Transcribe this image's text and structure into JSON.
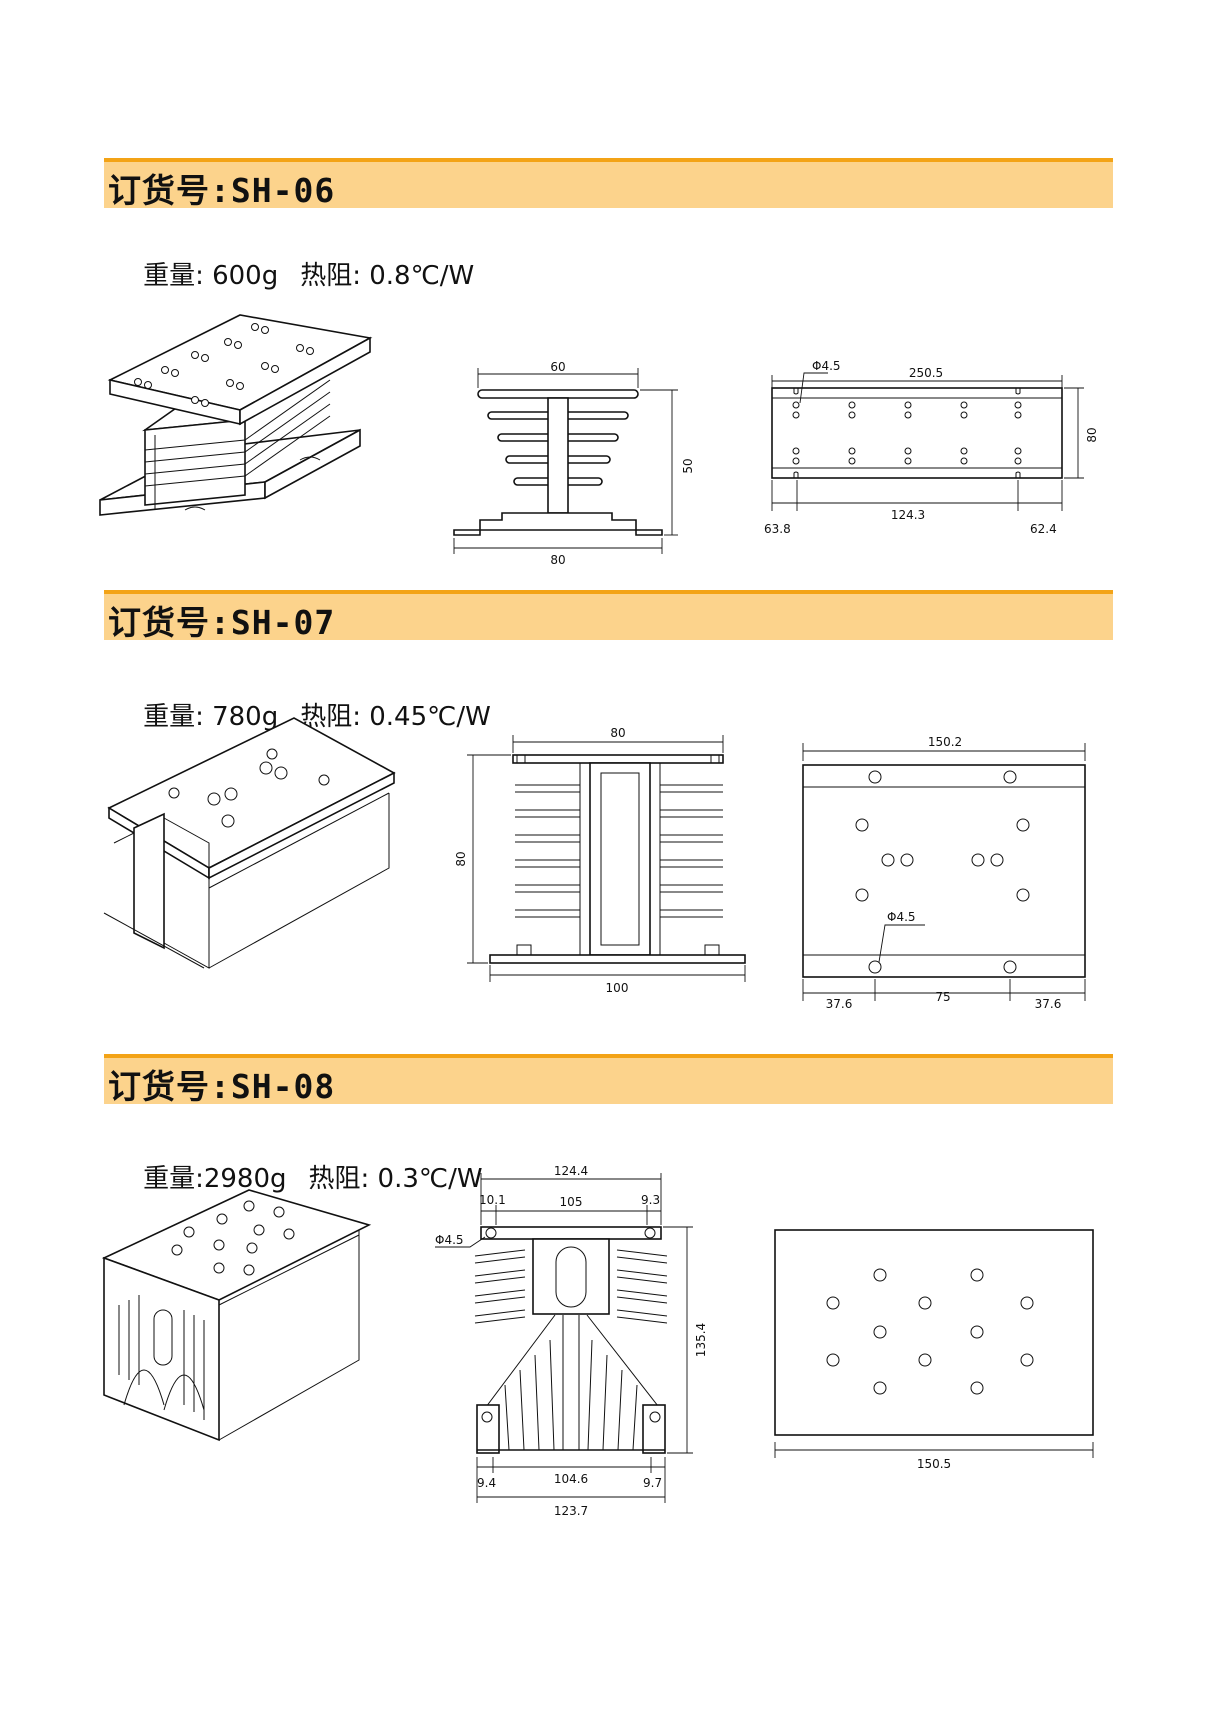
{
  "products": [
    {
      "order_label": "订货号:SH-06",
      "weight_label": "重量: 600g",
      "thermal_label": "热阻: 0.8℃/W",
      "front_dims": {
        "top": "60",
        "height": "50",
        "bottom": "80"
      },
      "plan_dims": {
        "hole": "Φ4.5",
        "length": "250.5",
        "width": "80",
        "center": "124.3",
        "left": "63.8",
        "right": "62.4"
      }
    },
    {
      "order_label": "订货号:SH-07",
      "weight_label": "重量: 780g",
      "thermal_label": "热阻: 0.45℃/W",
      "front_dims": {
        "top": "80",
        "height": "80",
        "bottom": "100"
      },
      "plan_dims": {
        "length": "150.2",
        "hole": "Φ4.5",
        "left": "37.6",
        "center": "75",
        "right": "37.6"
      }
    },
    {
      "order_label": "订货号:SH-08",
      "weight_label": "重量:2980g",
      "thermal_label": "热阻: 0.3℃/W",
      "front_dims": {
        "top": "124.4",
        "top_left": "10.1",
        "top_mid": "105",
        "top_right": "9.3",
        "hole": "Φ4.5",
        "height": "135.4",
        "bottom_left": "9.4",
        "bottom_mid": "104.6",
        "bottom_right": "9.7",
        "bottom": "123.7"
      },
      "plan_dims": {
        "length": "150.5"
      }
    }
  ]
}
